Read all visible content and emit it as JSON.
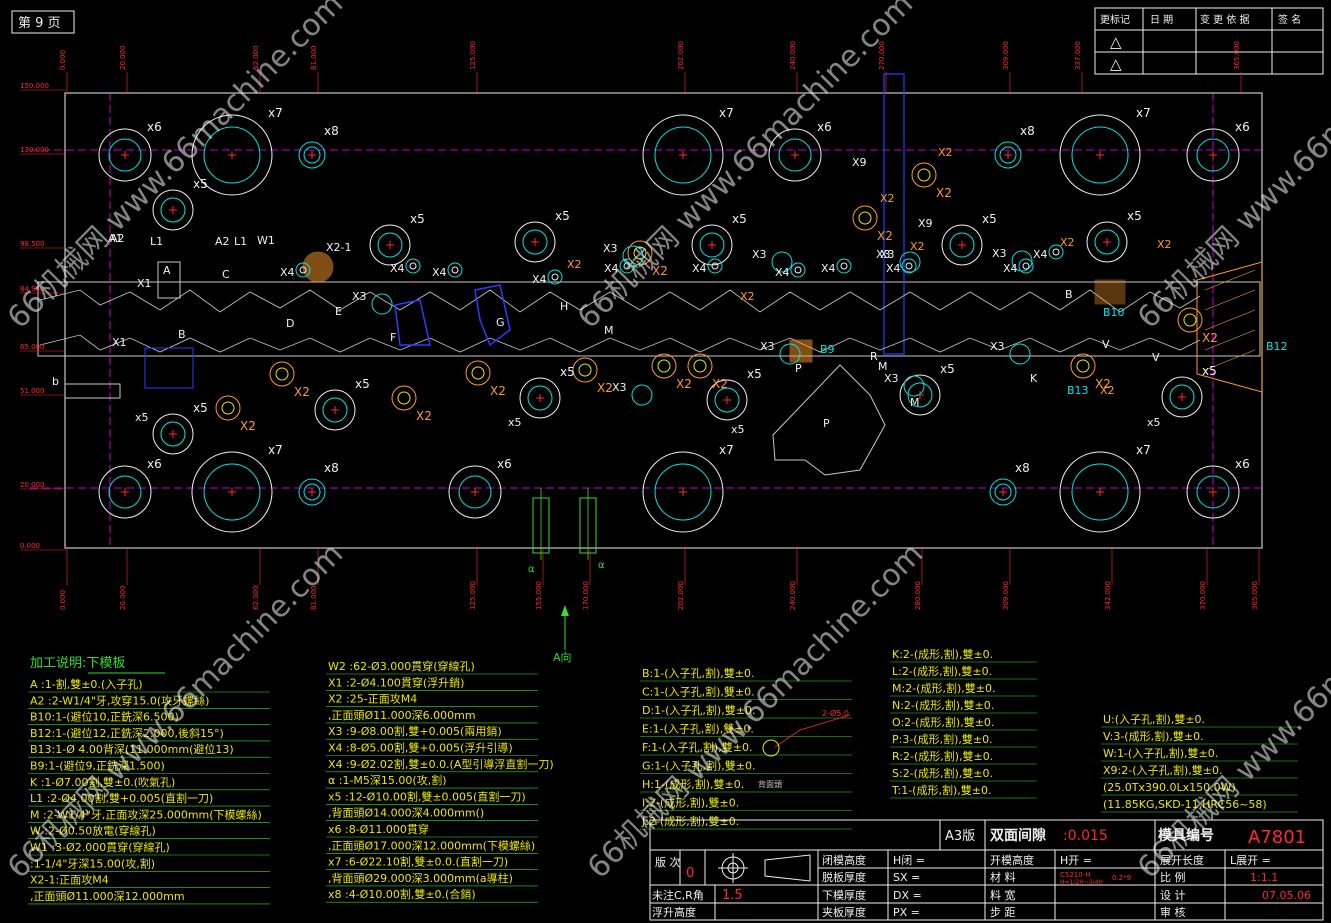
{
  "sheet": {
    "page_label": "第 9 页"
  },
  "revision_table": {
    "headers": [
      "更标记",
      "日 期",
      "变 更 依 据",
      "签 名"
    ],
    "marks": [
      "△",
      "△"
    ]
  },
  "colors": {
    "bg": "#000000",
    "plate": "#c8c8c8",
    "cyan": "#00e5e5",
    "red": "#ff2a2a",
    "yellow": "#e8e800",
    "magenta": "#ff00ff",
    "green": "#33dd33",
    "orange": "#ff9a2a",
    "blue": "#2a3cff",
    "white": "#f0f0f0"
  },
  "dims_left": [
    "150.000",
    "130.000",
    "98.500",
    "84.950",
    "65.000",
    "51.000",
    "20.000",
    "0.000"
  ],
  "dims_top": [
    "0.000",
    "20.000",
    "62.000",
    "81.000",
    "125.000",
    "202.000",
    "240.000",
    "270.000",
    "309.000",
    "337.000",
    "365.000"
  ],
  "dims_bottom": [
    "0.000",
    "20.000",
    "62.000",
    "81.000",
    "125.000",
    "155.000",
    "170.000",
    "202.000",
    "240.000",
    "280.000",
    "309.000",
    "342.000",
    "370.000",
    "365.000"
  ],
  "hole_labels": {
    "x6": "x6",
    "x7": "x7",
    "x8": "x8",
    "x5": "x5",
    "x3": "X3",
    "x4": "X4",
    "x2": "X2",
    "x9": "X9",
    "a1": "A1",
    "a2": "A2",
    "l1": "L1",
    "w1": "W1",
    "x1": "X1",
    "x21": "X2-1",
    "b12": "B12",
    "b13": "B13",
    "b10": "B10",
    "b9": "B9",
    "p": "P",
    "m": "M",
    "k": "K",
    "a": "A",
    "b": "B",
    "c": "C",
    "d": "D",
    "e": "E",
    "f": "F",
    "g": "G",
    "h": "H",
    "r": "R",
    "v": "V",
    "lower_b": "b",
    "alpha": "α"
  },
  "view_arrow": "A向",
  "watermark": "66机械网 www.66machine.com",
  "notes_col1": {
    "title": "加工说明:下模板",
    "lines": [
      "A    :1-割,雙±0.(入子孔)",
      "A2  :2-W1/4\"牙,攻穿15.0(攻牙螺絲)",
      "B10:1-(避位10,正銑深6.500)",
      "B12:1-(避位12,正銑深2.000,後斜15°)",
      "B13:1-Ø 4.00背深(11.000mm(避位13)",
      "B9:1-(避位9,正銑深1.500)",
      "K    :1-Ø7.00割,雙±0.(吹氣孔)",
      "L1  :2-Ø4.00割,雙+0.005(直割一刀)",
      "M    :2-W1/4\"牙,正面攻深25.000mm(下模螺絲)",
      "W    :2-Ø0.50放電(穿線孔)",
      "W1 :3-Ø2.000貫穿(穿線孔)",
      "       :1-1/4\"牙深15.00(攻,割)",
      "X2-1:正面攻M4",
      "        ,正面頭Ø11.000深12.000mm"
    ]
  },
  "notes_col2": {
    "lines": [
      "W2  :62-Ø3.000貫穿(穿線孔)",
      "X1  :2-Ø4.100貫穿(浮升銷)",
      "X2  :25-正面攻M4",
      "         ,正面頭Ø11.000深6.000mm",
      "X3  :9-Ø8.00割,雙+0.005(兩用銷)",
      "X4  :8-Ø5.00割,雙+0.005(浮升引導)",
      "X4  :9-Ø2.02割,雙±0.0.(A型引導浮直割一刀)",
      "α    :1-M5深15.00(攻,割)",
      "x5  :12-Ø10.00割,雙±0.005(直割一刀)",
      "         ,背面頭Ø14.000深4.000mm()",
      "x6  :8-Ø11.000貫穿",
      "         ,正面頭Ø17.000深12.000mm(下模螺絲)",
      "x7  :6-Ø22.10割,雙±0.0.(直割一刀)",
      "         ,背面頭Ø29.000深3.000mm(a導柱)",
      "x8  :4-Ø10.00割,雙±0.(合銷)"
    ]
  },
  "notes_col3": {
    "lines": [
      "B:1-(入子孔,割),雙±0.",
      "C:1-(入子孔,割),雙±0.",
      "D:1-(入子孔,割),雙±0.",
      "E:1-(入子孔,割),雙±0.",
      "F:1-(入子孔,割),雙±0.",
      "G:1-(入子孔,割),雙±0.",
      "H:1-(成形,割),雙±0.",
      "I:2-(成形,割),雙±0.",
      "J:2-(成形,割),雙±0."
    ],
    "callout": "2-Ø5.0",
    "callout2": "背面頭"
  },
  "notes_col4": {
    "lines": [
      "K:2-(成形,割),雙±0.",
      "L:2-(成形,割),雙±0.",
      "M:2-(成形,割),雙±0.",
      "N:2-(成形,割),雙±0.",
      "O:2-(成形,割),雙±0.",
      "P:3-(成形,割),雙±0.",
      "R:2-(成形,割),雙±0.",
      "S:2-(成形,割),雙±0.",
      "T:1-(成形,割),雙±0."
    ]
  },
  "notes_col5": {
    "lines": [
      "U:(入子孔,割),雙±0.",
      "V:3-(成形,割),雙±0.",
      "W:1-(入子孔,割),雙±0.",
      "X9:2-(入子孔,割),雙±0.",
      "(25.0Tx390.0Lx150.0W)",
      "(11.85KG,SKD-11,HRC56~58)"
    ]
  },
  "title_block": {
    "sheet_size": "A3版",
    "clearance_label": "双面间隙",
    "clearance_value": ":0.015",
    "die_no_label": "模具编号",
    "die_no_value": "A7801",
    "rev_label": "版 次",
    "rev_value": "0",
    "unspec_r_label": "未注C,R角",
    "unspec_r_value": "1.5",
    "float_label": "浮升高度",
    "closed_h_label": "闭模高度",
    "closed_h_value": "H闭 =",
    "strip_t_label": "脱板厚度",
    "strip_t_value": "SX =",
    "lower_t_label": "下模厚度",
    "lower_t_value": "DX =",
    "clamp_t_label": "夹板厚度",
    "clamp_t_value": "PX =",
    "open_h_label": "开模高度",
    "open_h_value": "H开 =",
    "material_label": "材 料",
    "material_value": "C5210-H",
    "material_sub": "H=1/2H~3/4H",
    "thickness_value": "0.2*9",
    "width_label": "料 宽",
    "step_label": "步 距",
    "length_label": "展开长度",
    "length_value": "L展开 =",
    "scale_label": "比 例",
    "scale_value": "1:1.1",
    "design_label": "设 计",
    "design_value": "07.05.06",
    "review_label": "审 核"
  }
}
